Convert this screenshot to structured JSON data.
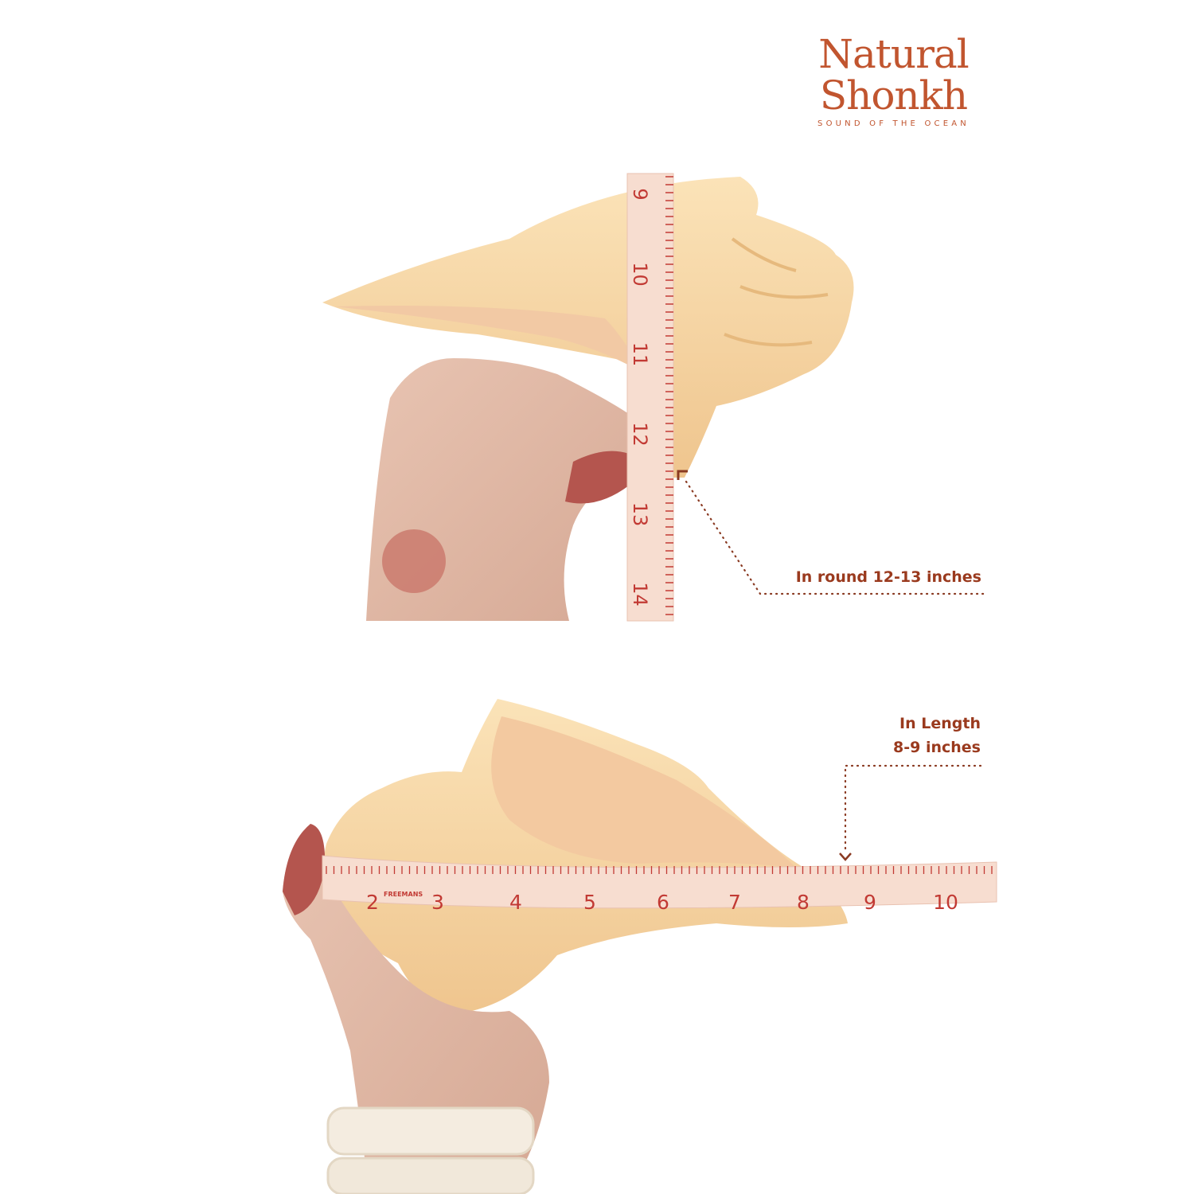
{
  "logo": {
    "line1": "Natural",
    "line2": "Shonkh",
    "tagline": "SOUND OF THE OCEAN"
  },
  "annotations": {
    "round": "In round 12-13 inches",
    "length_line1": "In Length",
    "length_line2": "8-9 inches"
  },
  "tape_vertical": {
    "ticks": [
      "9",
      "10",
      "11",
      "12",
      "13",
      "14"
    ]
  },
  "tape_horizontal": {
    "brand": "FREEMANS",
    "ticks": [
      "2",
      "3",
      "4",
      "5",
      "6",
      "7",
      "8",
      "9",
      "10"
    ]
  },
  "colors": {
    "accent": "#9a3a1e",
    "logo": "#c1552f",
    "shell": "#f6d7a8",
    "tape": "#f7ddd0",
    "tape_text": "#c23a34"
  }
}
